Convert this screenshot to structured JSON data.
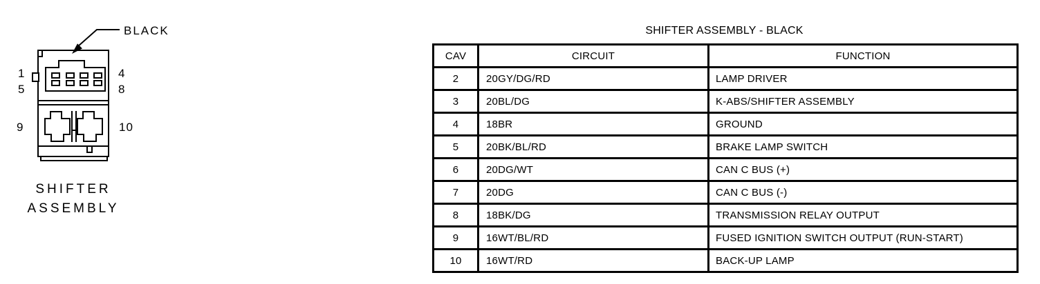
{
  "page": {
    "background": "#ffffff",
    "ink": "#000000"
  },
  "connector_figure": {
    "callout_label": "BLACK",
    "caption": [
      "SHIFTER",
      "ASSEMBLY"
    ],
    "cavity_labels": {
      "c1": "1",
      "c5": "5",
      "c4": "4",
      "c8": "8",
      "c9": "9",
      "c10": "10"
    }
  },
  "pinout_table": {
    "title": "SHIFTER ASSEMBLY - BLACK",
    "headers": [
      "CAV",
      "CIRCUIT",
      "FUNCTION"
    ],
    "rows": [
      [
        "2",
        "20GY/DG/RD",
        "LAMP DRIVER"
      ],
      [
        "3",
        "20BL/DG",
        "K-ABS/SHIFTER ASSEMBLY"
      ],
      [
        "4",
        "18BR",
        "GROUND"
      ],
      [
        "5",
        "20BK/BL/RD",
        "BRAKE LAMP SWITCH"
      ],
      [
        "6",
        "20DG/WT",
        "CAN C BUS (+)"
      ],
      [
        "7",
        "20DG",
        "CAN C BUS (-)"
      ],
      [
        "8",
        "18BK/DG",
        "TRANSMISSION RELAY OUTPUT"
      ],
      [
        "9",
        "16WT/BL/RD",
        "FUSED IGNITION SWITCH OUTPUT (RUN-START)"
      ],
      [
        "10",
        "16WT/RD",
        "BACK-UP LAMP"
      ]
    ]
  }
}
